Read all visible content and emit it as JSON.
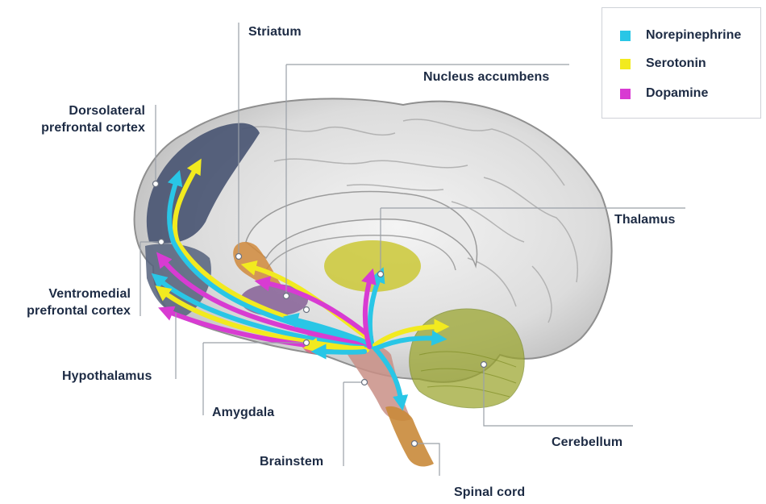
{
  "legend": [
    {
      "label": "Norepinephrine",
      "color": "#29c6e6"
    },
    {
      "label": "Serotonin",
      "color": "#f2ea1f"
    },
    {
      "label": "Dopamine",
      "color": "#d83bd2"
    }
  ],
  "labels": {
    "striatum": "Striatum",
    "nucleus_accumbens": "Nucleus accumbens",
    "dorsolateral_1": "Dorsolateral",
    "dorsolateral_2": "prefrontal cortex",
    "thalamus": "Thalamus",
    "ventromedial_1": "Ventromedial",
    "ventromedial_2": "prefrontal cortex",
    "hypothalamus": "Hypothalamus",
    "amygdala": "Amygdala",
    "brainstem": "Brainstem",
    "cerebellum": "Cerebellum",
    "spinal_cord": "Spinal cord"
  },
  "colors": {
    "text": "#1d2b44",
    "leader_line": "#9aa0a8",
    "cortex_region": "#4a5673",
    "striatum": "#d08a3c",
    "thalamus": "#c9c62a",
    "cerebellum": "#9aa52c",
    "hypothalamus": "#7a4f8c",
    "brainstem": "#c98f86",
    "spinal_cord": "#c98a3a"
  }
}
